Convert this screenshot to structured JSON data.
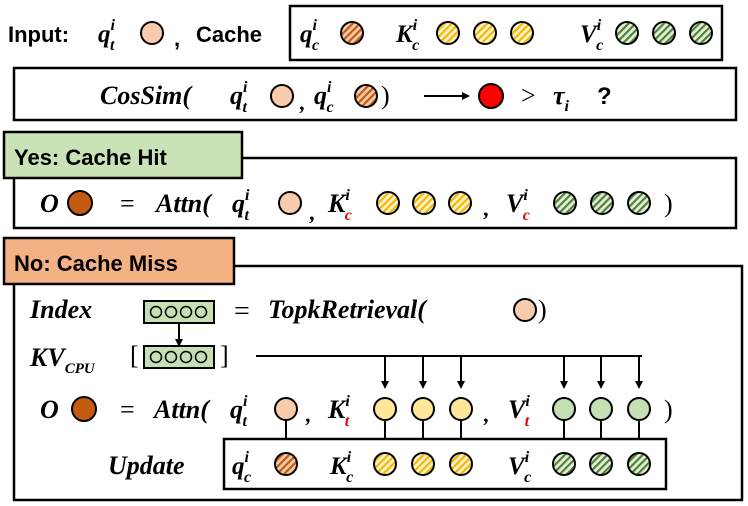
{
  "colors": {
    "query": "#F8CBAD",
    "key": "#FFE699",
    "value": "#C5E0B4",
    "query_hatch": "#C55A11",
    "key_hatch": "#F2B800",
    "value_hatch": "#548235",
    "output": "#C55A11",
    "hit_marker": "#FF0000",
    "red_subscript": "#E00000",
    "yes_tab": "#C9E3B6",
    "no_tab": "#F4B183"
  },
  "header": {
    "input_label": "Input:",
    "comma": ",",
    "cache_label": "Cache",
    "q_base": "q",
    "k_base": "K",
    "v_base": "V",
    "sup_i": "i",
    "sub_t": "t",
    "sub_c": "c"
  },
  "similarity": {
    "func": "CosSim(",
    "q_base": "q",
    "sup": "i",
    "sub_t": "t",
    "sub_c": "c",
    "comma": ",",
    "close": ")",
    "gt": ">",
    "tau": "τ",
    "tau_sub": "i",
    "question": "?"
  },
  "hit": {
    "tab_label": "Yes: Cache Hit",
    "output": "O",
    "equals": "=",
    "attn": "Attn(",
    "q_base": "q",
    "k_base": "K",
    "v_base": "V",
    "sup": "i",
    "sub_t": "t",
    "sub_c": "c",
    "comma": ",",
    "close": ")"
  },
  "miss": {
    "tab_label": "No: Cache Miss",
    "index_label": "Index",
    "equals": "=",
    "topk": "TopkRetrieval(",
    "close": ")",
    "kv_base": "KV",
    "kv_sub": "CPU",
    "bracket_open": "[",
    "bracket_close": "]",
    "output": "O",
    "attn": "Attn(",
    "q_base": "q",
    "k_base": "K",
    "v_base": "V",
    "sup": "i",
    "sub_t": "t",
    "sub_c": "c",
    "comma": ",",
    "update_label": "Update"
  }
}
